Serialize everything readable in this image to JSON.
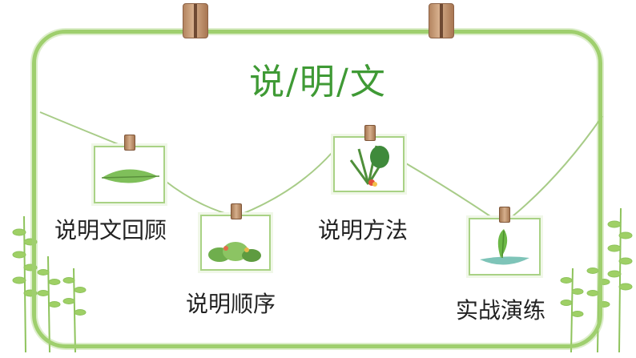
{
  "slide": {
    "title": "说/明/文",
    "sections": [
      {
        "label": "说明文回顾",
        "icon": "leaf-icon"
      },
      {
        "label": "说明顺序",
        "icon": "plants-icon"
      },
      {
        "label": "说明方法",
        "icon": "palm-leaf-icon"
      },
      {
        "label": "实战演练",
        "icon": "sprout-leaf-icon"
      }
    ]
  },
  "colors": {
    "frame": "#9fcf6e",
    "title": "#3f9a35",
    "label": "#222222",
    "string": "#a8cc88"
  }
}
